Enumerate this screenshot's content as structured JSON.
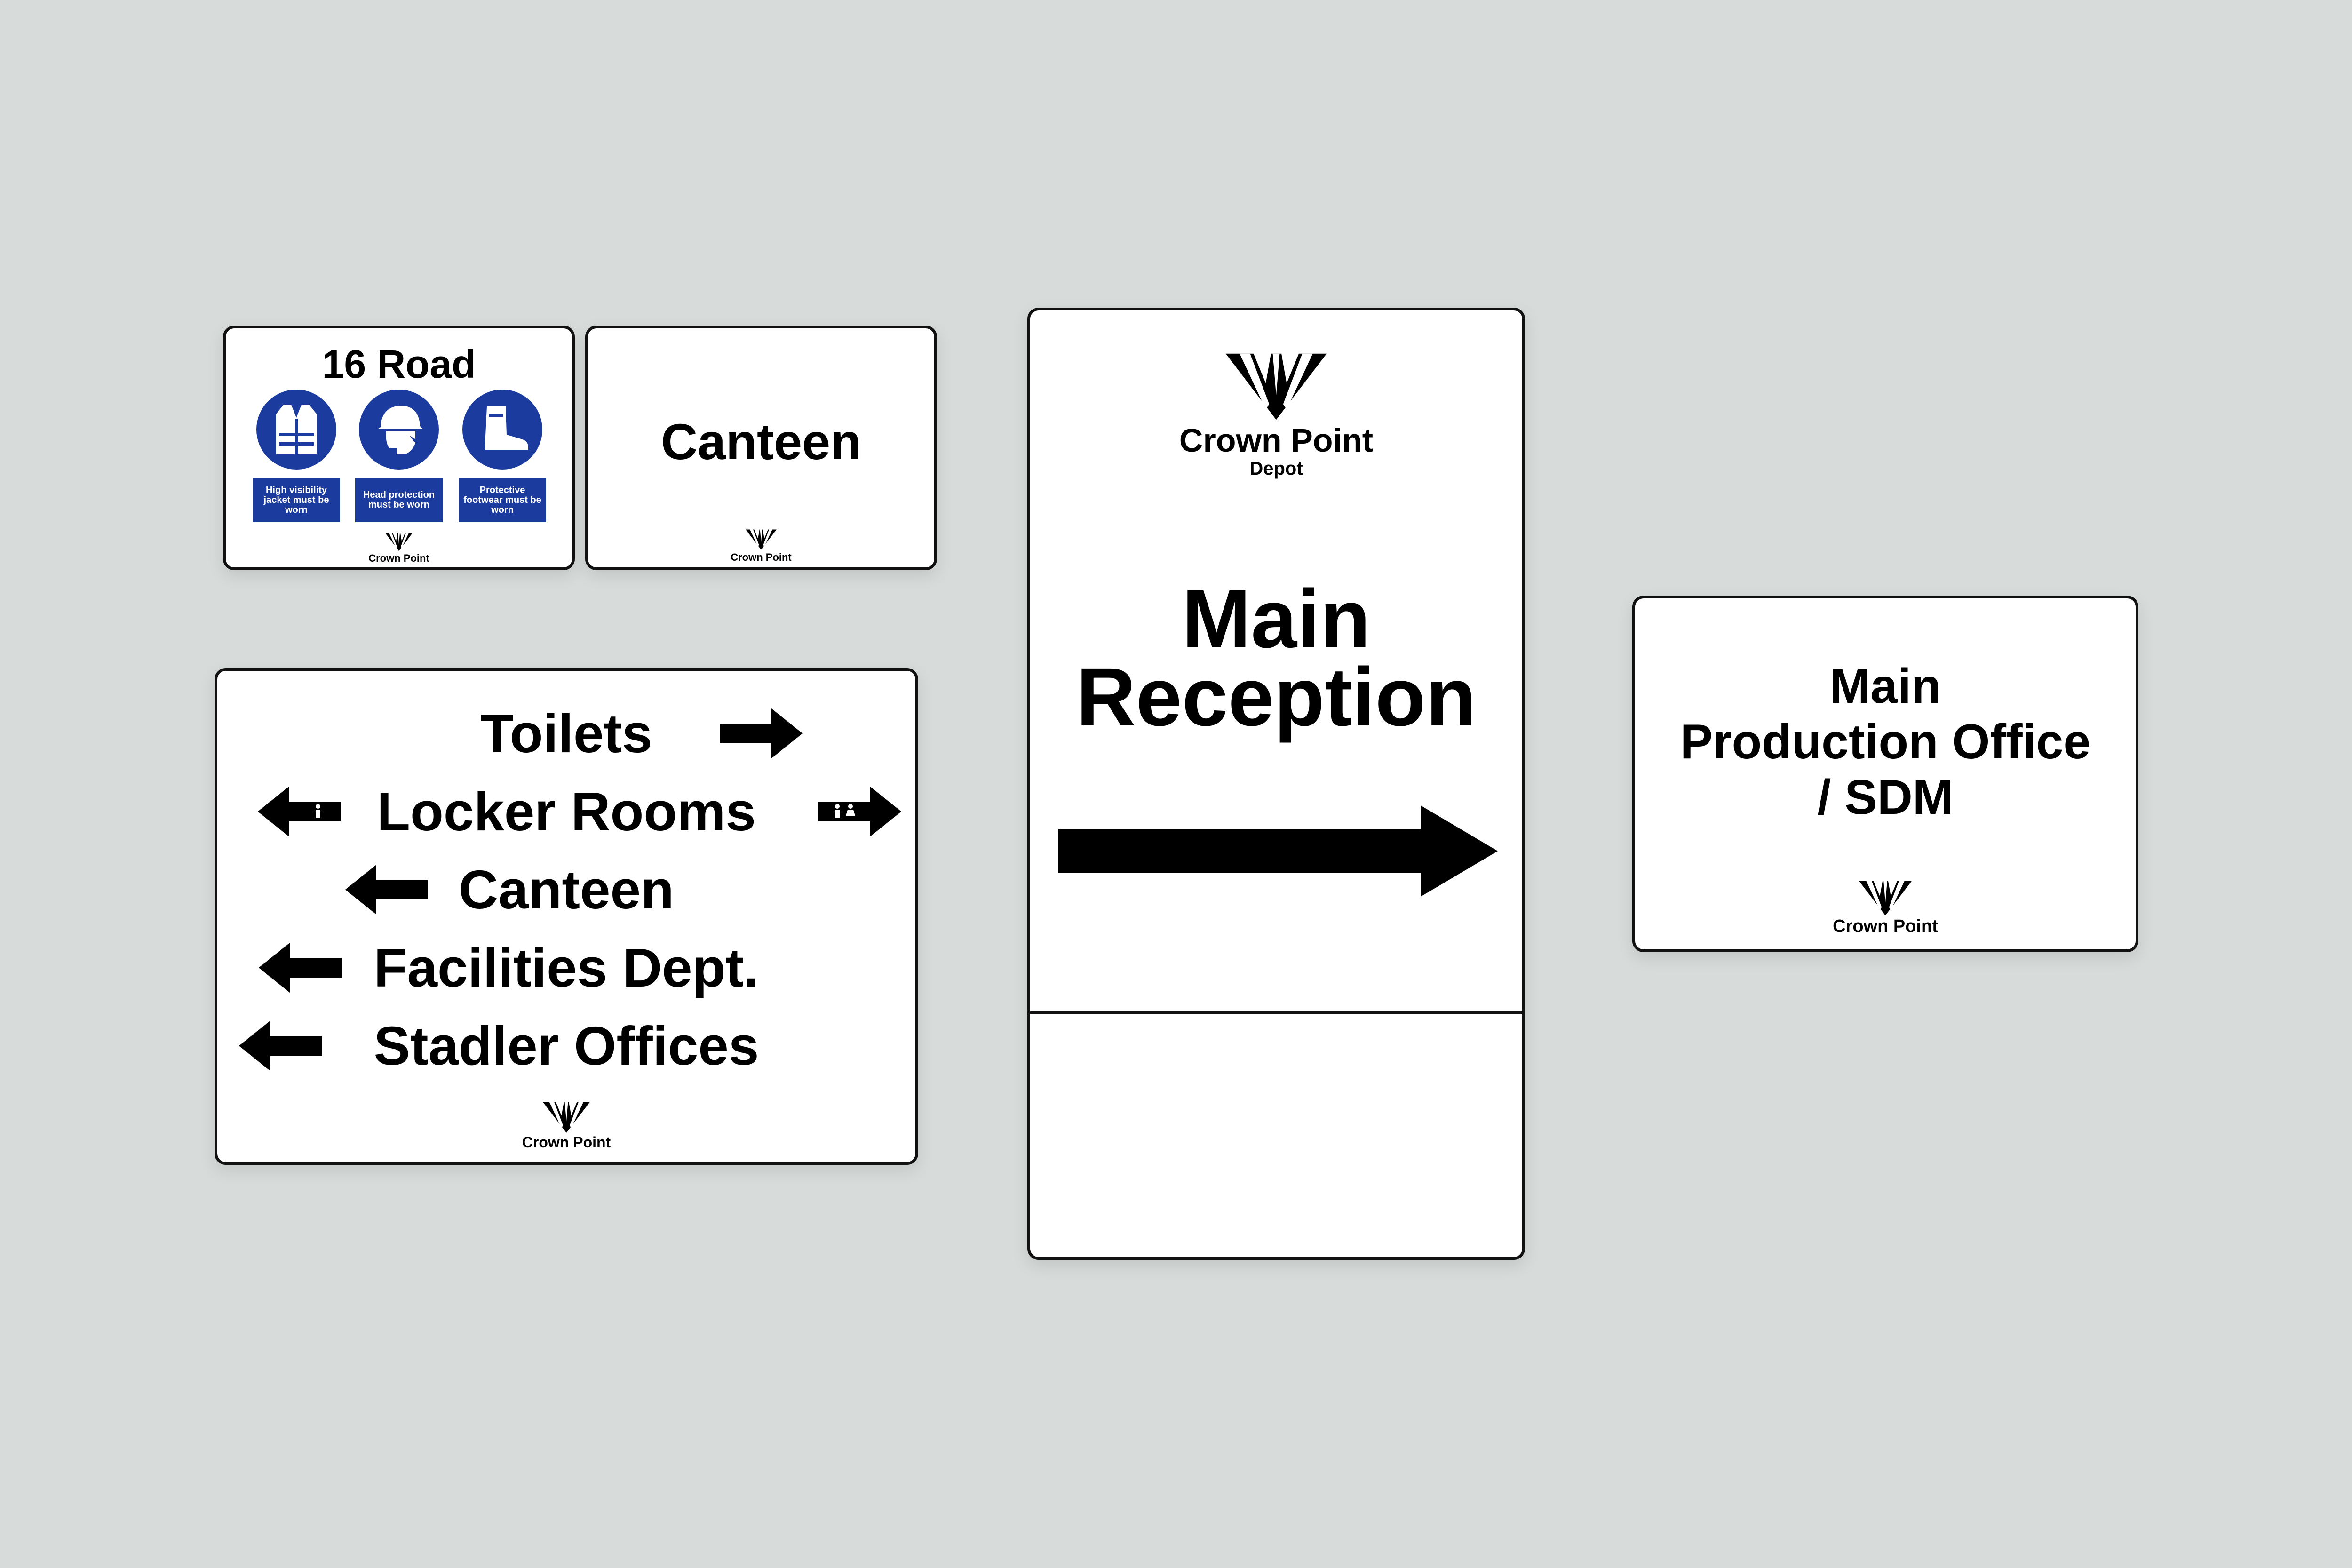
{
  "brand": {
    "name": "Crown Point",
    "depot_label": "Depot"
  },
  "colors": {
    "background": "#d7dbda",
    "sign_face": "#ffffff",
    "safety_blue": "#1c3b9e",
    "ink": "#000000"
  },
  "signs": {
    "safety_road": {
      "title": "16 Road",
      "items": [
        {
          "icon": "hi-vis-vest-icon",
          "caption": "High visibility jacket must be worn"
        },
        {
          "icon": "hard-hat-icon",
          "caption": "Head protection must be worn"
        },
        {
          "icon": "safety-boot-icon",
          "caption": "Protective footwear must be worn"
        }
      ]
    },
    "canteen_small": {
      "title": "Canteen"
    },
    "directional": {
      "rows": [
        {
          "label": "Toilets",
          "arrow": "right"
        },
        {
          "label": "Locker Rooms",
          "arrow": "both",
          "left_icon": "male-toilet-icon",
          "right_icon": "male-female-toilet-icon"
        },
        {
          "label": "Canteen",
          "arrow": "left"
        },
        {
          "label": "Facilities Dept.",
          "arrow": "left"
        },
        {
          "label": "Stadler Offices",
          "arrow": "left"
        }
      ]
    },
    "reception": {
      "line1": "Main",
      "line2": "Reception",
      "arrow": "right"
    },
    "production_office": {
      "line1": "Main",
      "line2": "Production Office",
      "line3": "/ SDM"
    }
  }
}
